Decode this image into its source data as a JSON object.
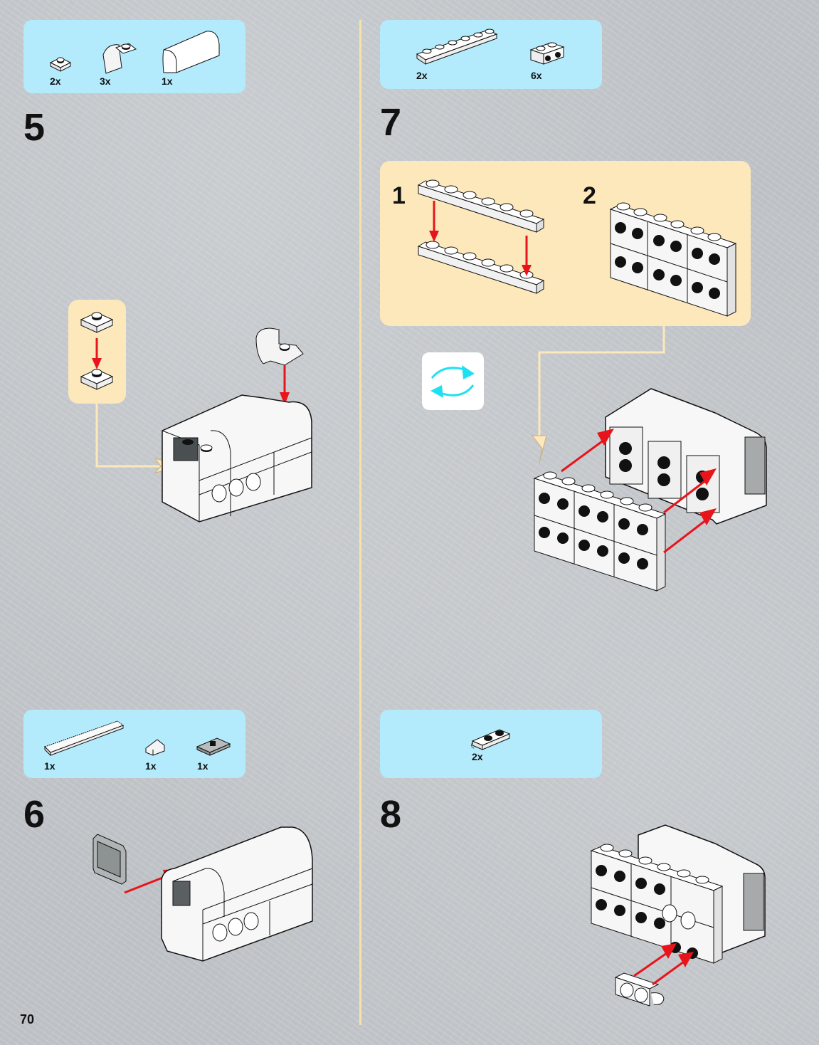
{
  "page": {
    "page_number": "70",
    "accent_colors": {
      "parts_box": "#b3ebfc",
      "substep_box": "#fde8bb",
      "arrow": "#e8141b",
      "rotate_arrows": "#1fe0f0",
      "divider": "#f7e3a6"
    }
  },
  "steps": [
    {
      "number": "5",
      "parts": [
        {
          "name": "plate-1x1",
          "qty": "2x"
        },
        {
          "name": "slope-curved-1x1",
          "qty": "3x"
        },
        {
          "name": "slope-curved-2x4",
          "qty": "1x"
        }
      ],
      "substep_parts": [
        "plate-1x1",
        "plate-1x1"
      ]
    },
    {
      "number": "6",
      "parts": [
        {
          "name": "tile-1x6",
          "qty": "1x"
        },
        {
          "name": "slope-1x1",
          "qty": "1x"
        },
        {
          "name": "plate-1x2-dark-grey",
          "qty": "1x"
        }
      ]
    },
    {
      "number": "7",
      "parts": [
        {
          "name": "plate-1x6",
          "qty": "2x"
        },
        {
          "name": "brick-1x2-side-studs",
          "qty": "6x"
        }
      ],
      "substeps": [
        {
          "number": "1"
        },
        {
          "number": "2"
        }
      ],
      "rotate_icon": "rotate-model-icon"
    },
    {
      "number": "8",
      "parts": [
        {
          "name": "plate-1x2-clip",
          "qty": "2x"
        }
      ]
    }
  ]
}
